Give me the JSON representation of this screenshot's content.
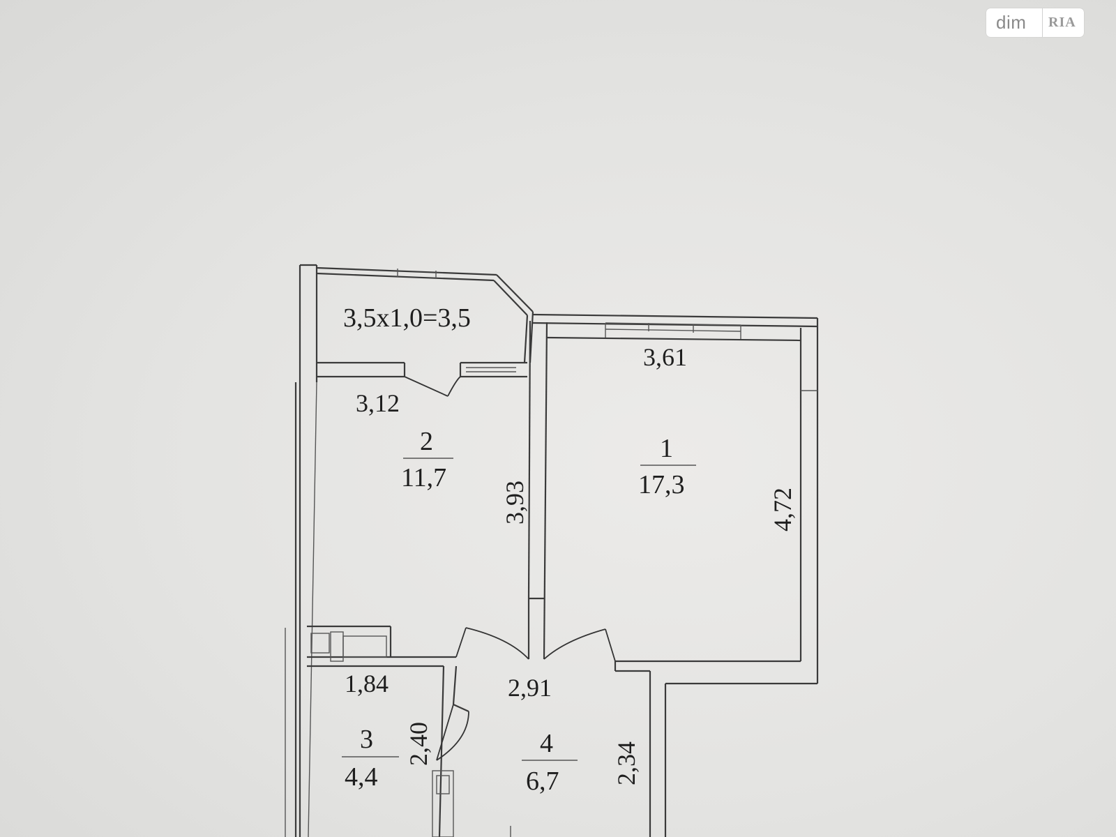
{
  "watermark": {
    "brand_left": "dim",
    "brand_right": "RIA"
  },
  "plan": {
    "balcony_formula": "3,5x1,0=3,5",
    "rooms": [
      {
        "number": "1",
        "area": "17,3"
      },
      {
        "number": "2",
        "area": "11,7"
      },
      {
        "number": "3",
        "area": "4,4"
      },
      {
        "number": "4",
        "area": "6,7"
      }
    ],
    "dimensions": {
      "room1_width": "3,61",
      "room1_height": "4,72",
      "room2_width": "3,12",
      "room2_height": "3,93",
      "room3_width": "1,84",
      "room3_height": "2,40",
      "room4_width": "2,91",
      "room4_height": "2,34"
    }
  }
}
